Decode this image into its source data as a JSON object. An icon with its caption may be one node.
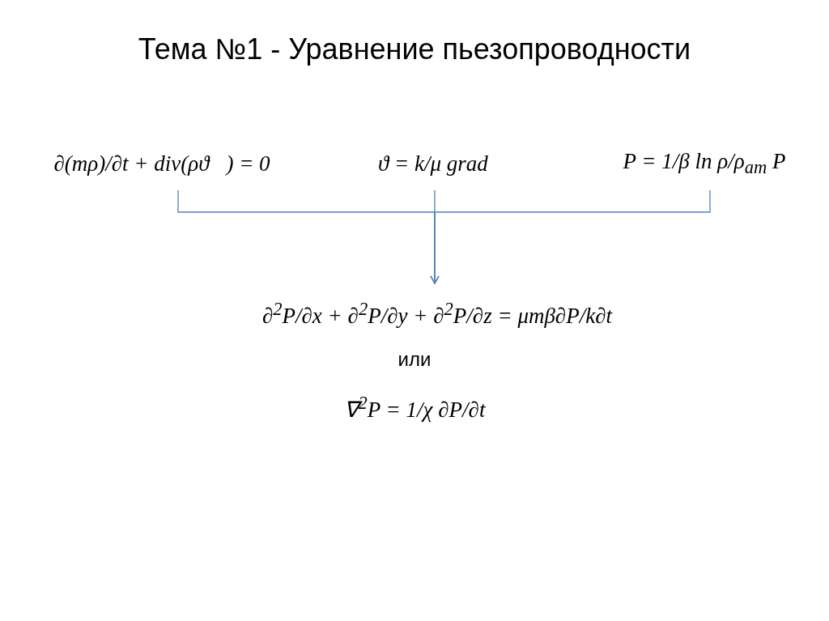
{
  "diagram": {
    "title": "Тема №1  - Уравнение пьезопроводности",
    "nodes": [
      {
        "text": [
          "∂(mρ)/∂t + div(ρϑ⃗) = 0"
        ]
      },
      {
        "text": [
          "ϑ = k/μ grad"
        ]
      },
      {
        "text": [
          "P = 1/β ln ρ/ρ$_{ат}$ P"
        ]
      },
      {
        "text": [
          "∂$^{2}$P/∂x + ∂$^{2}$P/∂y + ∂$^{2}$P/∂z = μmβ∂P/k∂t"
        ]
      }
    ],
    "edges": [
      {
        "from": 0,
        "to": 3,
        "arrow": "to"
      },
      {
        "from": 1,
        "to": 3,
        "arrow": "to"
      },
      {
        "from": 2,
        "to": 3,
        "arrow": "to"
      }
    ],
    "labels": [
      "или",
      "∇$^{2}$P = 1/χ ∂P/∂t"
    ]
  }
}
